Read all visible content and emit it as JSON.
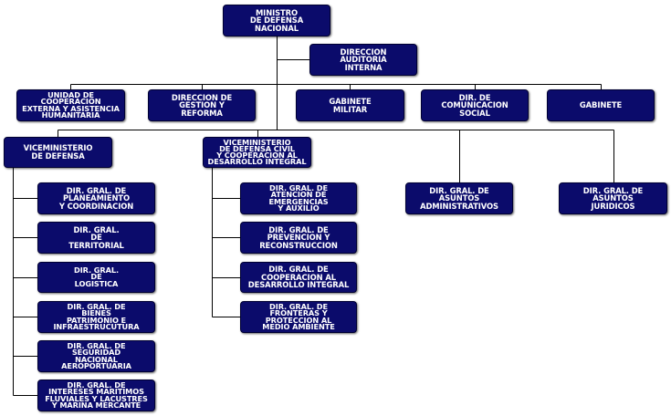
{
  "chart_data": {
    "type": "org-chart",
    "title": "",
    "root": "ministro",
    "nodes": {
      "ministro": "MINISTRO\nDE DEFENSA\nNACIONAL",
      "auditoria": "DIRECCION\nAUDITORIA\nINTERNA",
      "cooperacion_externa": "UNIDAD DE\nCOOPERACION\nEXTERNA Y ASISTENCIA\nHUMANITARIA",
      "gestion_reforma": "DIRECCION DE\nGESTION Y\nREFORMA",
      "gabinete_militar": "GABINETE\nMILITAR",
      "comunicacion_social": "DIR. DE\nCOMUNICACION\nSOCIAL",
      "gabinete": "GABINETE",
      "vice_defensa": "VICEMINISTERIO\nDE DEFENSA",
      "vice_civil": "VICEMINISTERIO\nDE DEFENSA CIVIL\nY COOPERACION AL\nDESARROLLO INTEGRAL",
      "asuntos_admin": "DIR. GRAL. DE\nASUNTOS\nADMINISTRATIVOS",
      "asuntos_juridicos": "DIR. GRAL. DE\nASUNTOS\nJURIDICOS",
      "planeamiento": "DIR. GRAL. DE\nPLANEAMIENTO\nY COORDINACION",
      "territorial": "DIR. GRAL.\nDE\nTERRITORIAL",
      "logistica": "DIR. GRAL.\nDE\nLOGISTICA",
      "bienes": "DIR. GRAL. DE\nBIENES\nPATRIMONIO E\nINFRAESTRUCUTURA",
      "seguridad_aero": "DIR. GRAL. DE\nSEGURIDAD\nNACIONAL\nAEROPORTUARIA",
      "intereses_maritimos": "DIR. GRAL. DE\nINTERESES MARITIMOS\nFLUVIALES Y LACUSTRES\nY MARINA MERCANTE",
      "emergencias": "DIR. GRAL. DE\nATENCION DE\nEMERGENCIAS\nY AUXILIO",
      "prevencion": "DIR. GRAL. DE\nPREVENCION Y\nRECONSTRUCCION",
      "cooperacion_desarrollo": "DIR. GRAL. DE\nCOOPERACION AL\nDESARROLLO INTEGRAL",
      "fronteras": "DIR. GRAL. DE\nFRONTERAS Y\nPROTECCION AL\nMEDIO AMBIENTE"
    },
    "edges": [
      [
        "ministro",
        "auditoria"
      ],
      [
        "ministro",
        "cooperacion_externa"
      ],
      [
        "ministro",
        "gestion_reforma"
      ],
      [
        "ministro",
        "gabinete_militar"
      ],
      [
        "ministro",
        "comunicacion_social"
      ],
      [
        "ministro",
        "gabinete"
      ],
      [
        "ministro",
        "vice_defensa"
      ],
      [
        "ministro",
        "vice_civil"
      ],
      [
        "ministro",
        "asuntos_admin"
      ],
      [
        "ministro",
        "asuntos_juridicos"
      ],
      [
        "vice_defensa",
        "planeamiento"
      ],
      [
        "vice_defensa",
        "territorial"
      ],
      [
        "vice_defensa",
        "logistica"
      ],
      [
        "vice_defensa",
        "bienes"
      ],
      [
        "vice_defensa",
        "seguridad_aero"
      ],
      [
        "vice_defensa",
        "intereses_maritimos"
      ],
      [
        "vice_civil",
        "emergencias"
      ],
      [
        "vice_civil",
        "prevencion"
      ],
      [
        "vice_civil",
        "cooperacion_desarrollo"
      ],
      [
        "vice_civil",
        "fronteras"
      ]
    ]
  },
  "colors": {
    "box_fill": "#0b0b6b",
    "box_text": "#ffffff",
    "connector": "#000000"
  }
}
